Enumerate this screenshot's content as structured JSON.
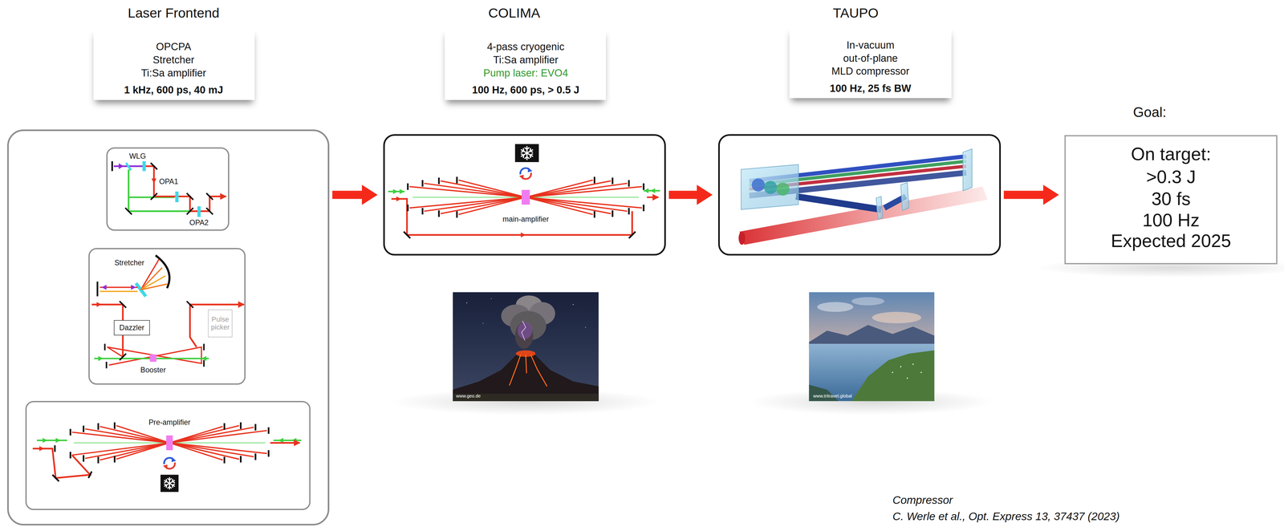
{
  "diagram": {
    "nodes": [
      {
        "text": [
          "Laser Frontend",
          "OPCPA",
          "Stretcher",
          "Ti:Sa amplifier",
          "1 kHz, 600 ps, 40 mJ"
        ]
      },
      {
        "text": [
          "COLIMA",
          "4-pass cryogenic",
          "Ti:Sa amplifier",
          "Pump laser: EVO4",
          "100 Hz, 600 ps, > 0.5 J"
        ]
      },
      {
        "text": [
          "TAUPO",
          "In-vacuum",
          "out-of-plane",
          "MLD compressor",
          "100 Hz, 25 fs BW"
        ]
      },
      {
        "text": []
      },
      {
        "text": [
          "WLG",
          "OPA1",
          "OPA2"
        ],
        "in": 3
      },
      {
        "text": [
          "Stretcher",
          "Booster"
        ],
        "in": 3
      },
      {
        "text": [
          "Dazzler"
        ],
        "in": 5
      },
      {
        "text": [
          "Pulse picker"
        ],
        "in": 5
      },
      {
        "text": [
          "Pre-amplifier"
        ],
        "in": 3
      },
      {
        "text": [
          "main-amplifier"
        ]
      },
      {
        "text": []
      },
      {
        "text": [
          "Goal:",
          "On target:",
          ">0.3 J",
          "30 fs",
          "100 Hz",
          "Expected 2025"
        ]
      }
    ],
    "edges": [
      {
        "from": 3,
        "to": 9,
        "arrow": "to"
      },
      {
        "from": 9,
        "to": 10,
        "arrow": "to"
      },
      {
        "from": 10,
        "to": 11,
        "arrow": "to"
      }
    ],
    "labels": [
      "www.geo.de",
      "www.tritravel.global",
      "Compressor",
      "C. Werle et al., Opt. Express 13, 37437 (2023)"
    ]
  }
}
